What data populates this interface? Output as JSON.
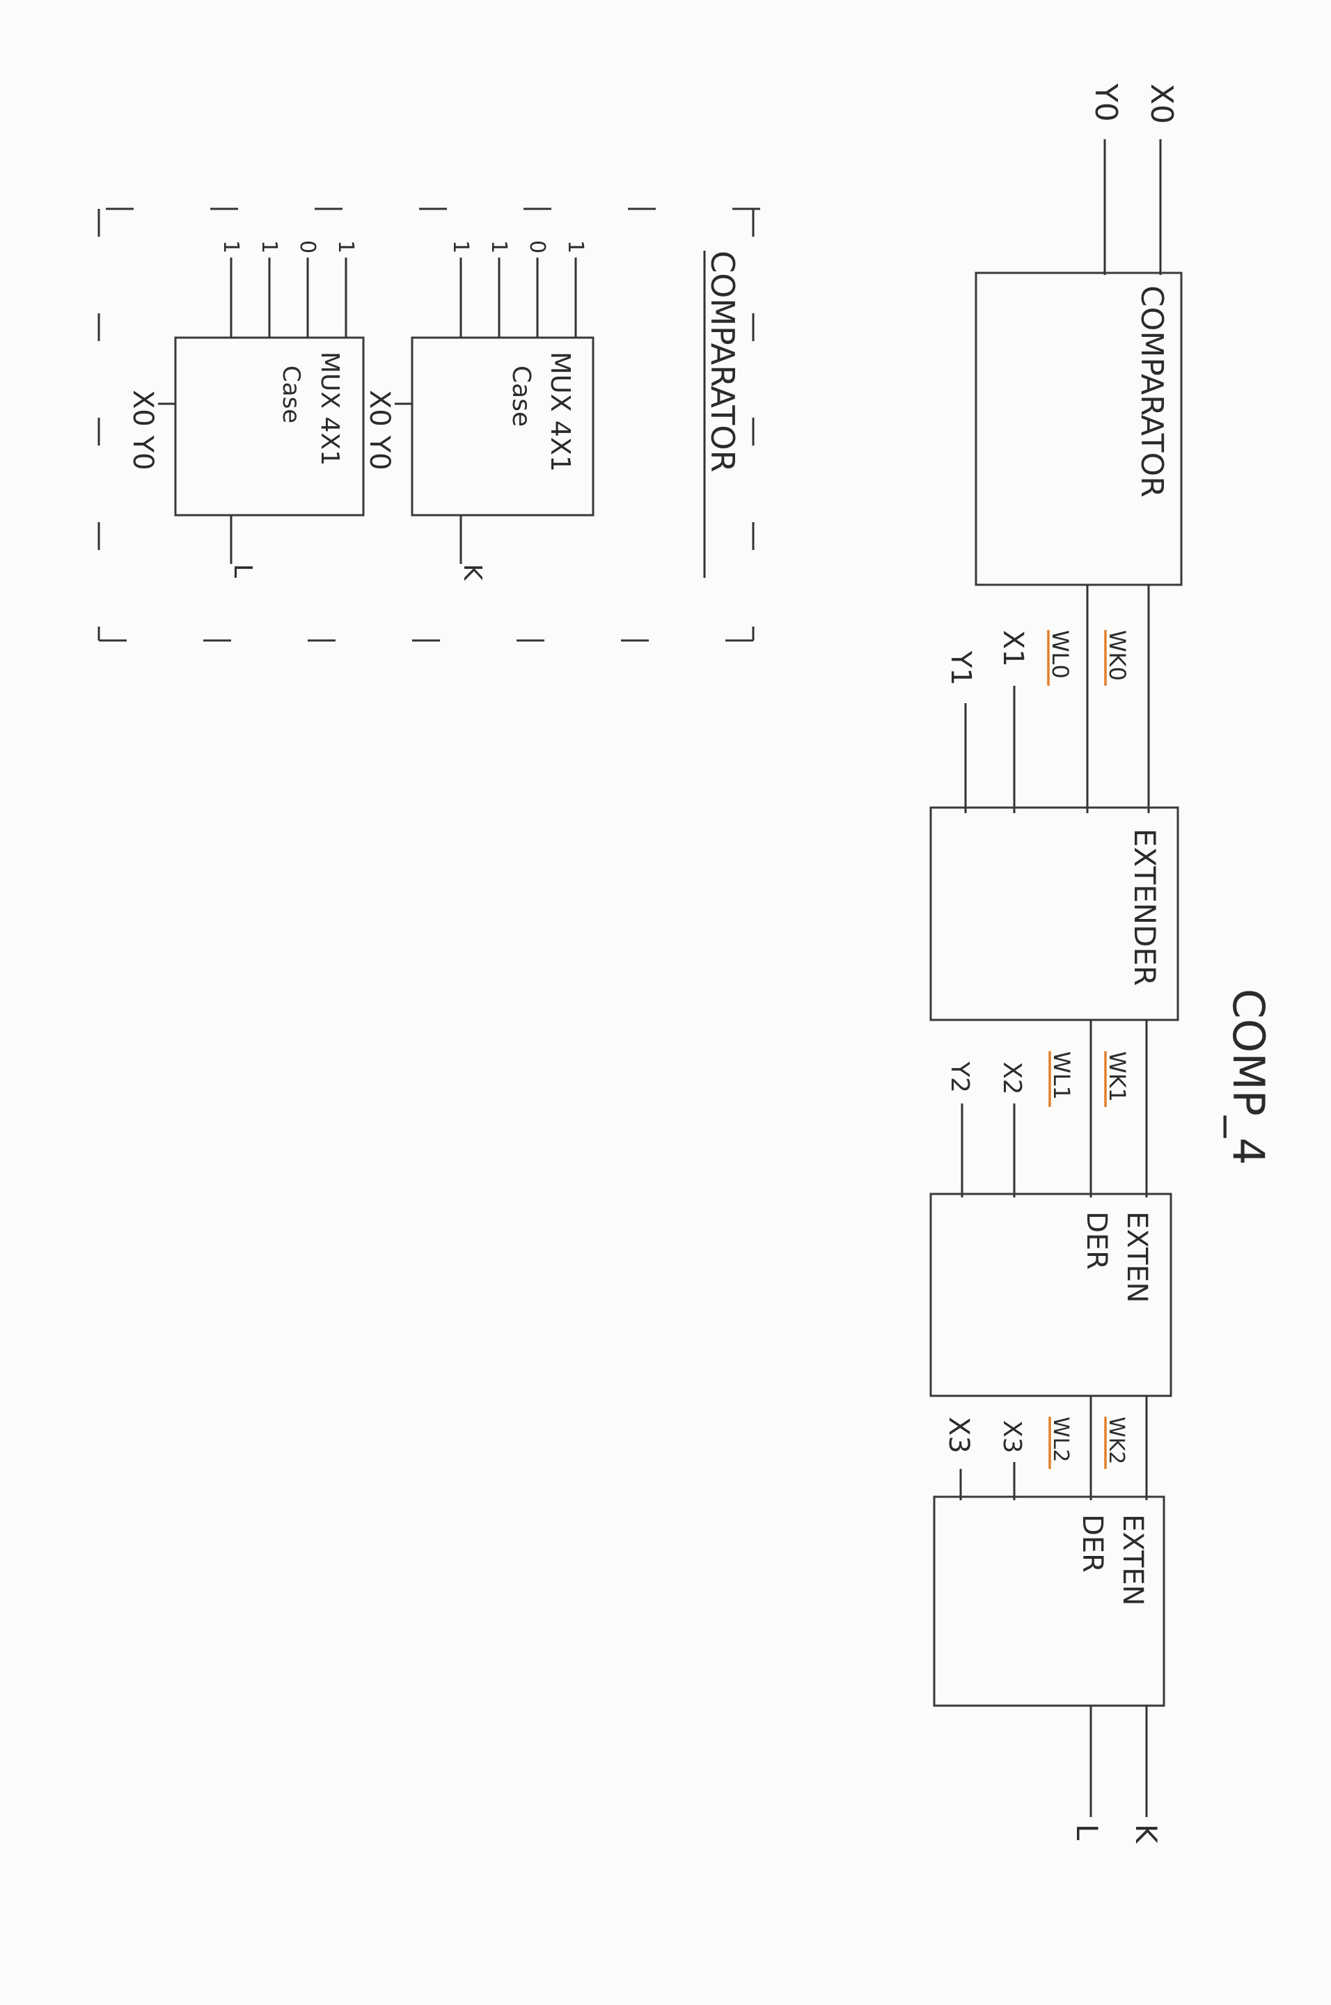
{
  "title": "COMP_4",
  "comparator_block": {
    "label": "COMPARATOR"
  },
  "inputs": {
    "x0": "X0",
    "y0": "Y0"
  },
  "stage1": {
    "out_k": "WK0",
    "out_l": "WL0",
    "x": "X1",
    "y": "Y1",
    "block": "EXTENDER"
  },
  "stage2": {
    "out_k": "WK1",
    "out_l": "WL1",
    "x": "X2",
    "y": "Y2",
    "block_line1": "EXTEN",
    "block_line2": "DER"
  },
  "stage3": {
    "out_k": "WK2",
    "out_l": "WL2",
    "x": "X3",
    "y": "X3",
    "block_line1": "EXTEN",
    "block_line2": "DER"
  },
  "outputs": {
    "k": "K",
    "l": "L"
  },
  "detail": {
    "title": "COMPARATOR",
    "mux_top": {
      "line1": "MUX 4X1",
      "line2": "Case",
      "inputs": [
        "1",
        "0",
        "1",
        "1"
      ],
      "select": "X0 Y0",
      "output": "K"
    },
    "mux_bottom": {
      "line1": "MUX 4X1",
      "line2": "Case",
      "inputs": [
        "1",
        "0",
        "1",
        "1"
      ],
      "select": "X0 Y0",
      "output": "L"
    }
  },
  "colors": {
    "ink": "#2b2b2b",
    "highlight": "#e2802a",
    "paper": "#fbfbf9"
  }
}
